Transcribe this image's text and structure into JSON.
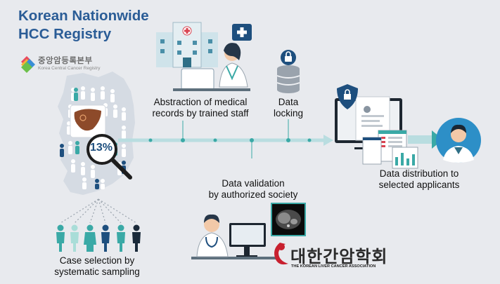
{
  "title": {
    "line1": "Korean Nationwide",
    "line2": "HCC Registry"
  },
  "kccr_logo": {
    "name_korean": "중앙암등록본부",
    "name_english": "Korea Central Cancer Registry"
  },
  "map": {
    "sample_percent": "13%"
  },
  "steps": {
    "abstraction": {
      "line1": "Abstraction of medical",
      "line2": "records by trained staff"
    },
    "locking": {
      "line1": "Data",
      "line2": "locking"
    },
    "validation": {
      "line1": "Data validation",
      "line2": "by authorized society"
    },
    "distribution": {
      "line1": "Data distribution to",
      "line2": "selected applicants"
    },
    "selection": {
      "line1": "Case selection by",
      "line2": "systematic sampling"
    }
  },
  "klca_logo": {
    "name_korean": "대한간암학회",
    "name_english": "THE KOREAN LIVER CANCER ASSOCIATION"
  },
  "colors": {
    "background": "#e8eaee",
    "title_blue": "#2a5c96",
    "flow_arrow": "#b9dde0",
    "teal": "#3aa9a6",
    "navy": "#1e4f7e",
    "klca_red": "#c8202f"
  }
}
